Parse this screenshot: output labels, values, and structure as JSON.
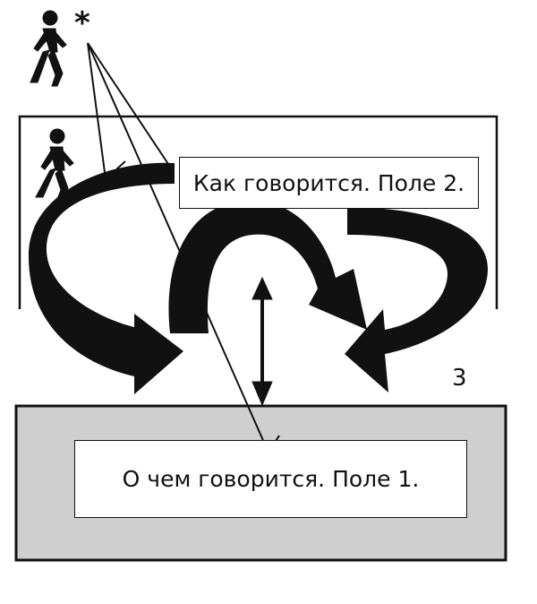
{
  "diagram": {
    "field2_label": "Как говорится. Поле 2.",
    "field1_label": "О чем говорится. Поле 1.",
    "marker_number": "3",
    "asterisk": "*",
    "icons": [
      "pedestrian-icon",
      "pedestrian-icon",
      "curved-arrow-icon",
      "double-arrow-icon"
    ],
    "colors": {
      "ink": "#111111",
      "field1_fill": "#cfcfcf",
      "paper": "#ffffff"
    }
  }
}
